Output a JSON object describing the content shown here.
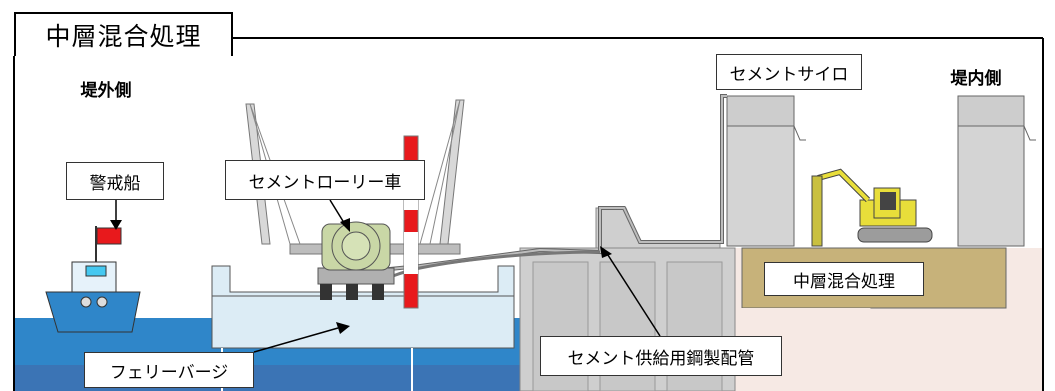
{
  "title": "中層混合処理",
  "labels": {
    "outside_side": "堤外側",
    "inside_side": "堤内側",
    "guard_boat": "警戒船",
    "cement_truck": "セメントローリー車",
    "cement_silo": "セメントサイロ",
    "mixing": "中層混合処理",
    "ferry_barge": "フェリーバージ",
    "steel_pipe": "セメント供給用鋼製配管"
  },
  "colors": {
    "sea": "#2f86c9",
    "barge": "#dcecf5",
    "wall": "#d4d4d4",
    "soil": "#c7b27a",
    "ground": "#f6e9e4",
    "excavator": "#e8de3a",
    "truck_tank": "#c9d7a6",
    "flag": "#e8191c",
    "tower_red": "#e8191c"
  }
}
